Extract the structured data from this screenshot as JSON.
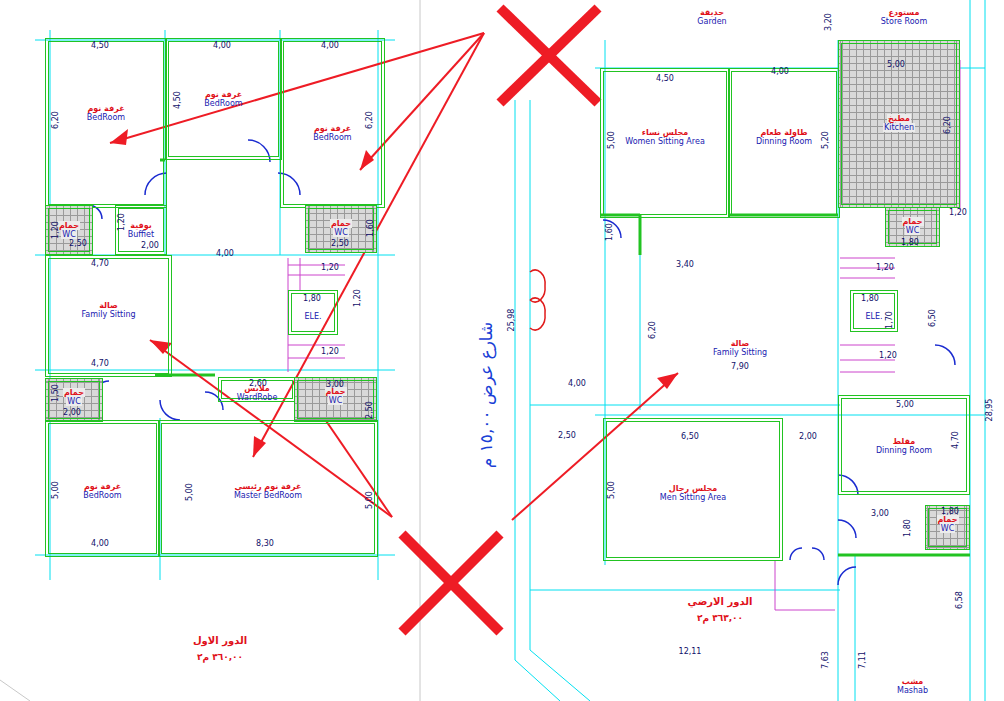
{
  "diagram": {
    "nodes": [
      {
        "text": [
          "غرفة نوم",
          "BedRoom"
        ]
      },
      {
        "text": [
          "غرفة نوم",
          "BedRoom"
        ]
      },
      {
        "text": [
          "غرفة نوم",
          "BedRoom"
        ]
      },
      {
        "text": [
          "حمام",
          "WC"
        ]
      },
      {
        "text": [
          "بوفية",
          "Buffiet"
        ]
      },
      {
        "text": [
          "حمام",
          "WC"
        ]
      },
      {
        "text": [
          "صالة",
          "Family Sitting"
        ]
      },
      {
        "text": [
          "ELE."
        ]
      },
      {
        "text": [
          "حمام",
          "WC"
        ]
      },
      {
        "text": [
          "ملابس",
          "WardRobe"
        ]
      },
      {
        "text": [
          "حمام",
          "WC"
        ]
      },
      {
        "text": [
          "غرفة نوم",
          "BedRoom"
        ]
      },
      {
        "text": [
          "غرفة نوم رئيسي",
          "Master BedRoom"
        ]
      },
      {
        "text": [
          "حديقة",
          "Garden"
        ]
      },
      {
        "text": [
          "مستودع",
          "Store Room"
        ]
      },
      {
        "text": [
          "مجلس نساء",
          "Women Sitting Area"
        ]
      },
      {
        "text": [
          "طاولة طعام",
          "Dinning Room"
        ]
      },
      {
        "text": [
          "مطبخ",
          "Kitchen"
        ]
      },
      {
        "text": [
          "حمام",
          "WC"
        ]
      },
      {
        "text": [
          "صالة",
          "Family Sitting"
        ]
      },
      {
        "text": [
          "ELE."
        ]
      },
      {
        "text": [
          "مجلس رجال",
          "Men Sitting Area"
        ]
      },
      {
        "text": [
          "مقلط",
          "Dinning Room"
        ]
      },
      {
        "text": [
          "حمام",
          "WC"
        ]
      },
      {
        "text": [
          "مشب",
          "Mashab"
        ]
      }
    ],
    "labels": [
      "4,50",
      "4,00",
      "4,00",
      "6,20",
      "4,50",
      "6,20",
      "1,20",
      "2,50",
      "1,20",
      "2,00",
      "2,50",
      "1,60",
      "4,00",
      "4,70",
      "4,70",
      "1,20",
      "1,80",
      "1,20",
      "1,20",
      "1,50",
      "2,00",
      "2,60",
      "3,00",
      "2,50",
      "5,00",
      "4,00",
      "5,00",
      "8,30",
      "5,00",
      "الدور الاول",
      "٣٦٠,٠٠ م٢",
      "3,20",
      "4,50",
      "4,00",
      "5,00",
      "5,00",
      "5,20",
      "6,20",
      "1,20",
      "1,80",
      "1,60",
      "3,40",
      "6,20",
      "7,90",
      "4,00",
      "1,80",
      "1,70",
      "6,50",
      "1,20",
      "1,20",
      "5,00",
      "4,70",
      "2,50",
      "6,50",
      "2,00",
      "5,00",
      "3,00",
      "1,80",
      "1,80",
      "25,98",
      "28,95",
      "12,11",
      "7,63",
      "7,11",
      "6,58",
      "شارع عرض ١٥,٠٠ م",
      "الدور الارضي",
      "٣٦٣,٠٠ م٢"
    ]
  }
}
